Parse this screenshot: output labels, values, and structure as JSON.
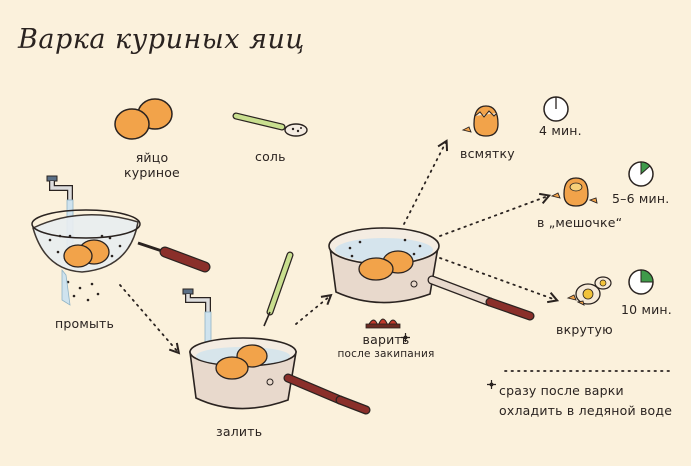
{
  "title": "Варка куриных яиц",
  "ingredients": {
    "egg_line1": "яйцо",
    "egg_line2": "куриное",
    "salt": "соль"
  },
  "steps": {
    "wash": "промыть",
    "pour": "залить",
    "boil_line1": "варить",
    "boil_line2": "после закипания"
  },
  "results": [
    {
      "label": "всмятку",
      "time": "4 мин."
    },
    {
      "label": "в „мешочке“",
      "time": "5–6 мин."
    },
    {
      "label": "вкрутую",
      "time": "10 мин."
    }
  ],
  "note": {
    "line1": "сразу после варки",
    "line2": "охладить в ледяной воде"
  },
  "colors": {
    "background": "#fbf1dc",
    "ink": "#2a2320",
    "egg": "#f2a34a",
    "pan": "#e8d9cc",
    "handle": "#8a2f2a",
    "spoon_handle": "#c9df8f",
    "water": "#cfe3ee",
    "flame": "#c0392b",
    "timer_fill": "#3f9b4a"
  }
}
